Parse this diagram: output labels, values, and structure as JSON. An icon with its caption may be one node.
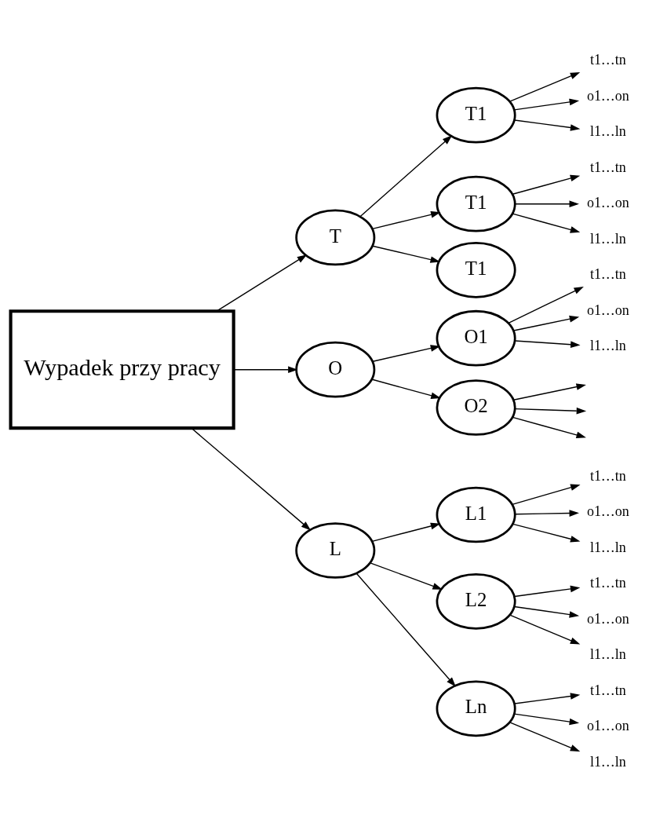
{
  "diagram": {
    "nodes": [
      {
        "text": [
          "Wypadek przy pracy"
        ]
      },
      {
        "text": [
          "T"
        ]
      },
      {
        "text": [
          "O"
        ]
      },
      {
        "text": [
          "L"
        ]
      },
      {
        "text": [
          "T1"
        ]
      },
      {
        "text": [
          "T1"
        ]
      },
      {
        "text": [
          "T1"
        ]
      },
      {
        "text": [
          "O1"
        ]
      },
      {
        "text": [
          "O2"
        ]
      },
      {
        "text": [
          "L1"
        ]
      },
      {
        "text": [
          "L2"
        ]
      },
      {
        "text": [
          "Ln"
        ]
      },
      {
        "text": [
          "t1…tn"
        ]
      },
      {
        "text": [
          "o1…on"
        ]
      },
      {
        "text": [
          "l1…ln"
        ]
      },
      {
        "text": [
          "t1…tn"
        ]
      },
      {
        "text": [
          "o1…on"
        ]
      },
      {
        "text": [
          "l1…ln"
        ]
      },
      {
        "text": [
          "t1…tn"
        ]
      },
      {
        "text": [
          "o1…on"
        ]
      },
      {
        "text": [
          "l1…ln"
        ]
      },
      {
        "text": [
          "t1…tn"
        ]
      },
      {
        "text": [
          "o1…on"
        ]
      },
      {
        "text": [
          "l1…ln"
        ]
      },
      {
        "text": [
          "t1…tn"
        ]
      },
      {
        "text": [
          "o1…on"
        ]
      },
      {
        "text": [
          "l1…ln"
        ]
      },
      {
        "text": [
          "t1…tn"
        ]
      },
      {
        "text": [
          "o1…on"
        ]
      },
      {
        "text": [
          "l1…ln"
        ]
      }
    ],
    "edges": [
      {
        "from": 0,
        "to": 1,
        "arrow": "to"
      },
      {
        "from": 0,
        "to": 2,
        "arrow": "to"
      },
      {
        "from": 0,
        "to": 3,
        "arrow": "to"
      },
      {
        "from": 1,
        "to": 4,
        "arrow": "to"
      },
      {
        "from": 1,
        "to": 5,
        "arrow": "to"
      },
      {
        "from": 1,
        "to": 6,
        "arrow": "to"
      },
      {
        "from": 2,
        "to": 7,
        "arrow": "to"
      },
      {
        "from": 2,
        "to": 8,
        "arrow": "to"
      },
      {
        "from": 3,
        "to": 9,
        "arrow": "to"
      },
      {
        "from": 3,
        "to": 10,
        "arrow": "to"
      },
      {
        "from": 3,
        "to": 11,
        "arrow": "to"
      },
      {
        "from": 4,
        "to": 12,
        "arrow": "to"
      },
      {
        "from": 4,
        "to": 13,
        "arrow": "to"
      },
      {
        "from": 4,
        "to": 14,
        "arrow": "to"
      },
      {
        "from": 5,
        "to": 15,
        "arrow": "to"
      },
      {
        "from": 5,
        "to": 16,
        "arrow": "to"
      },
      {
        "from": 5,
        "to": 17,
        "arrow": "to"
      },
      {
        "from": 7,
        "to": 18,
        "arrow": "to"
      },
      {
        "from": 7,
        "to": 19,
        "arrow": "to"
      },
      {
        "from": 7,
        "to": 20,
        "arrow": "to"
      },
      {
        "from": 8,
        "to": null,
        "arrow": "to"
      },
      {
        "from": 8,
        "to": null,
        "arrow": "to"
      },
      {
        "from": 8,
        "to": null,
        "arrow": "to"
      },
      {
        "from": 9,
        "to": 21,
        "arrow": "to"
      },
      {
        "from": 9,
        "to": 22,
        "arrow": "to"
      },
      {
        "from": 9,
        "to": 23,
        "arrow": "to"
      },
      {
        "from": 10,
        "to": 24,
        "arrow": "to"
      },
      {
        "from": 10,
        "to": 25,
        "arrow": "to"
      },
      {
        "from": 10,
        "to": 26,
        "arrow": "to"
      },
      {
        "from": 11,
        "to": 27,
        "arrow": "to"
      },
      {
        "from": 11,
        "to": 28,
        "arrow": "to"
      },
      {
        "from": 11,
        "to": 29,
        "arrow": "to"
      }
    ]
  }
}
